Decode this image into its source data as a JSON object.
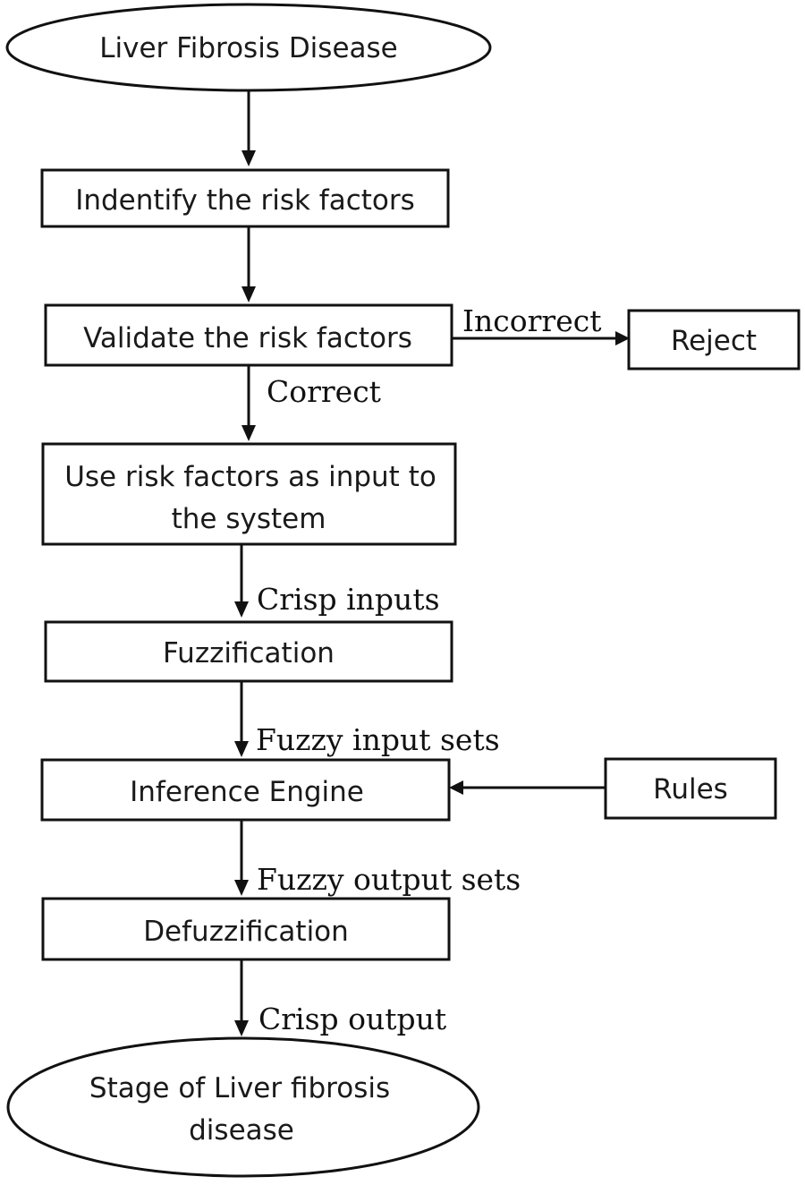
{
  "nodes": {
    "start": "Liver Fibrosis Disease",
    "identify": "Indentify the risk factors",
    "validate": "Validate the risk factors",
    "reject": "Reject",
    "use_line1": "Use risk factors as input to",
    "use_line2": "the system",
    "fuzzification": "Fuzzification",
    "inference": "Inference Engine",
    "rules": "Rules",
    "defuzzification": "Defuzzification",
    "end_line1": "Stage of Liver fibrosis",
    "end_line2": "disease"
  },
  "edges": {
    "incorrect": "Incorrect",
    "correct": "Correct",
    "crisp_inputs": "Crisp inputs",
    "fuzzy_input_sets": "Fuzzy input sets",
    "fuzzy_output_sets": "Fuzzy output sets",
    "crisp_output": "Crisp output"
  }
}
